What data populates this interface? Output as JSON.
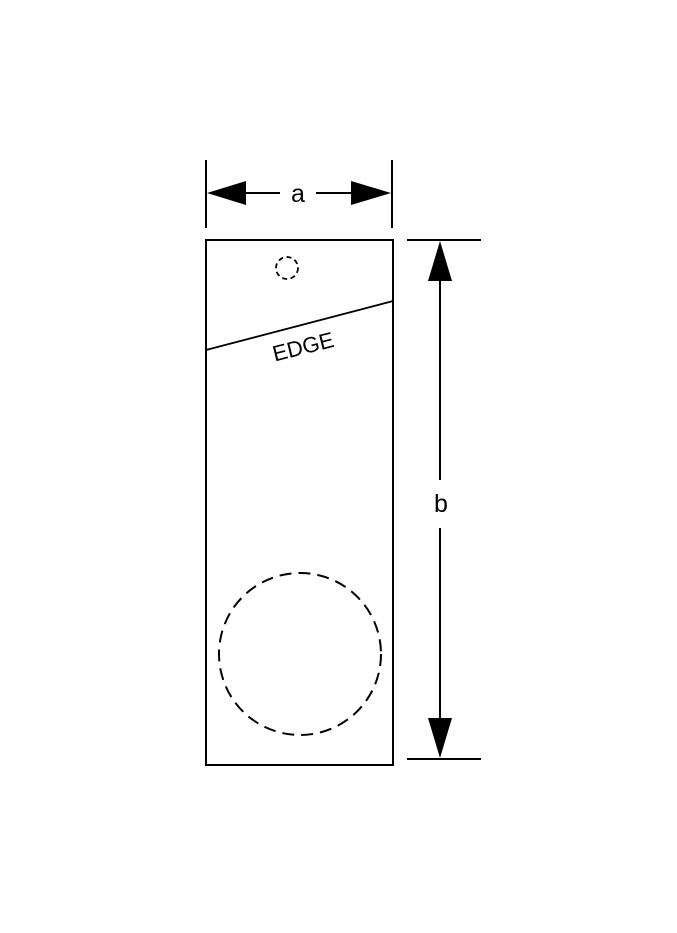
{
  "diagram": {
    "labels": {
      "width_dimension": "a",
      "height_dimension": "b",
      "edge": "EDGE"
    },
    "colors": {
      "line": "#000000",
      "background": "#ffffff"
    }
  }
}
